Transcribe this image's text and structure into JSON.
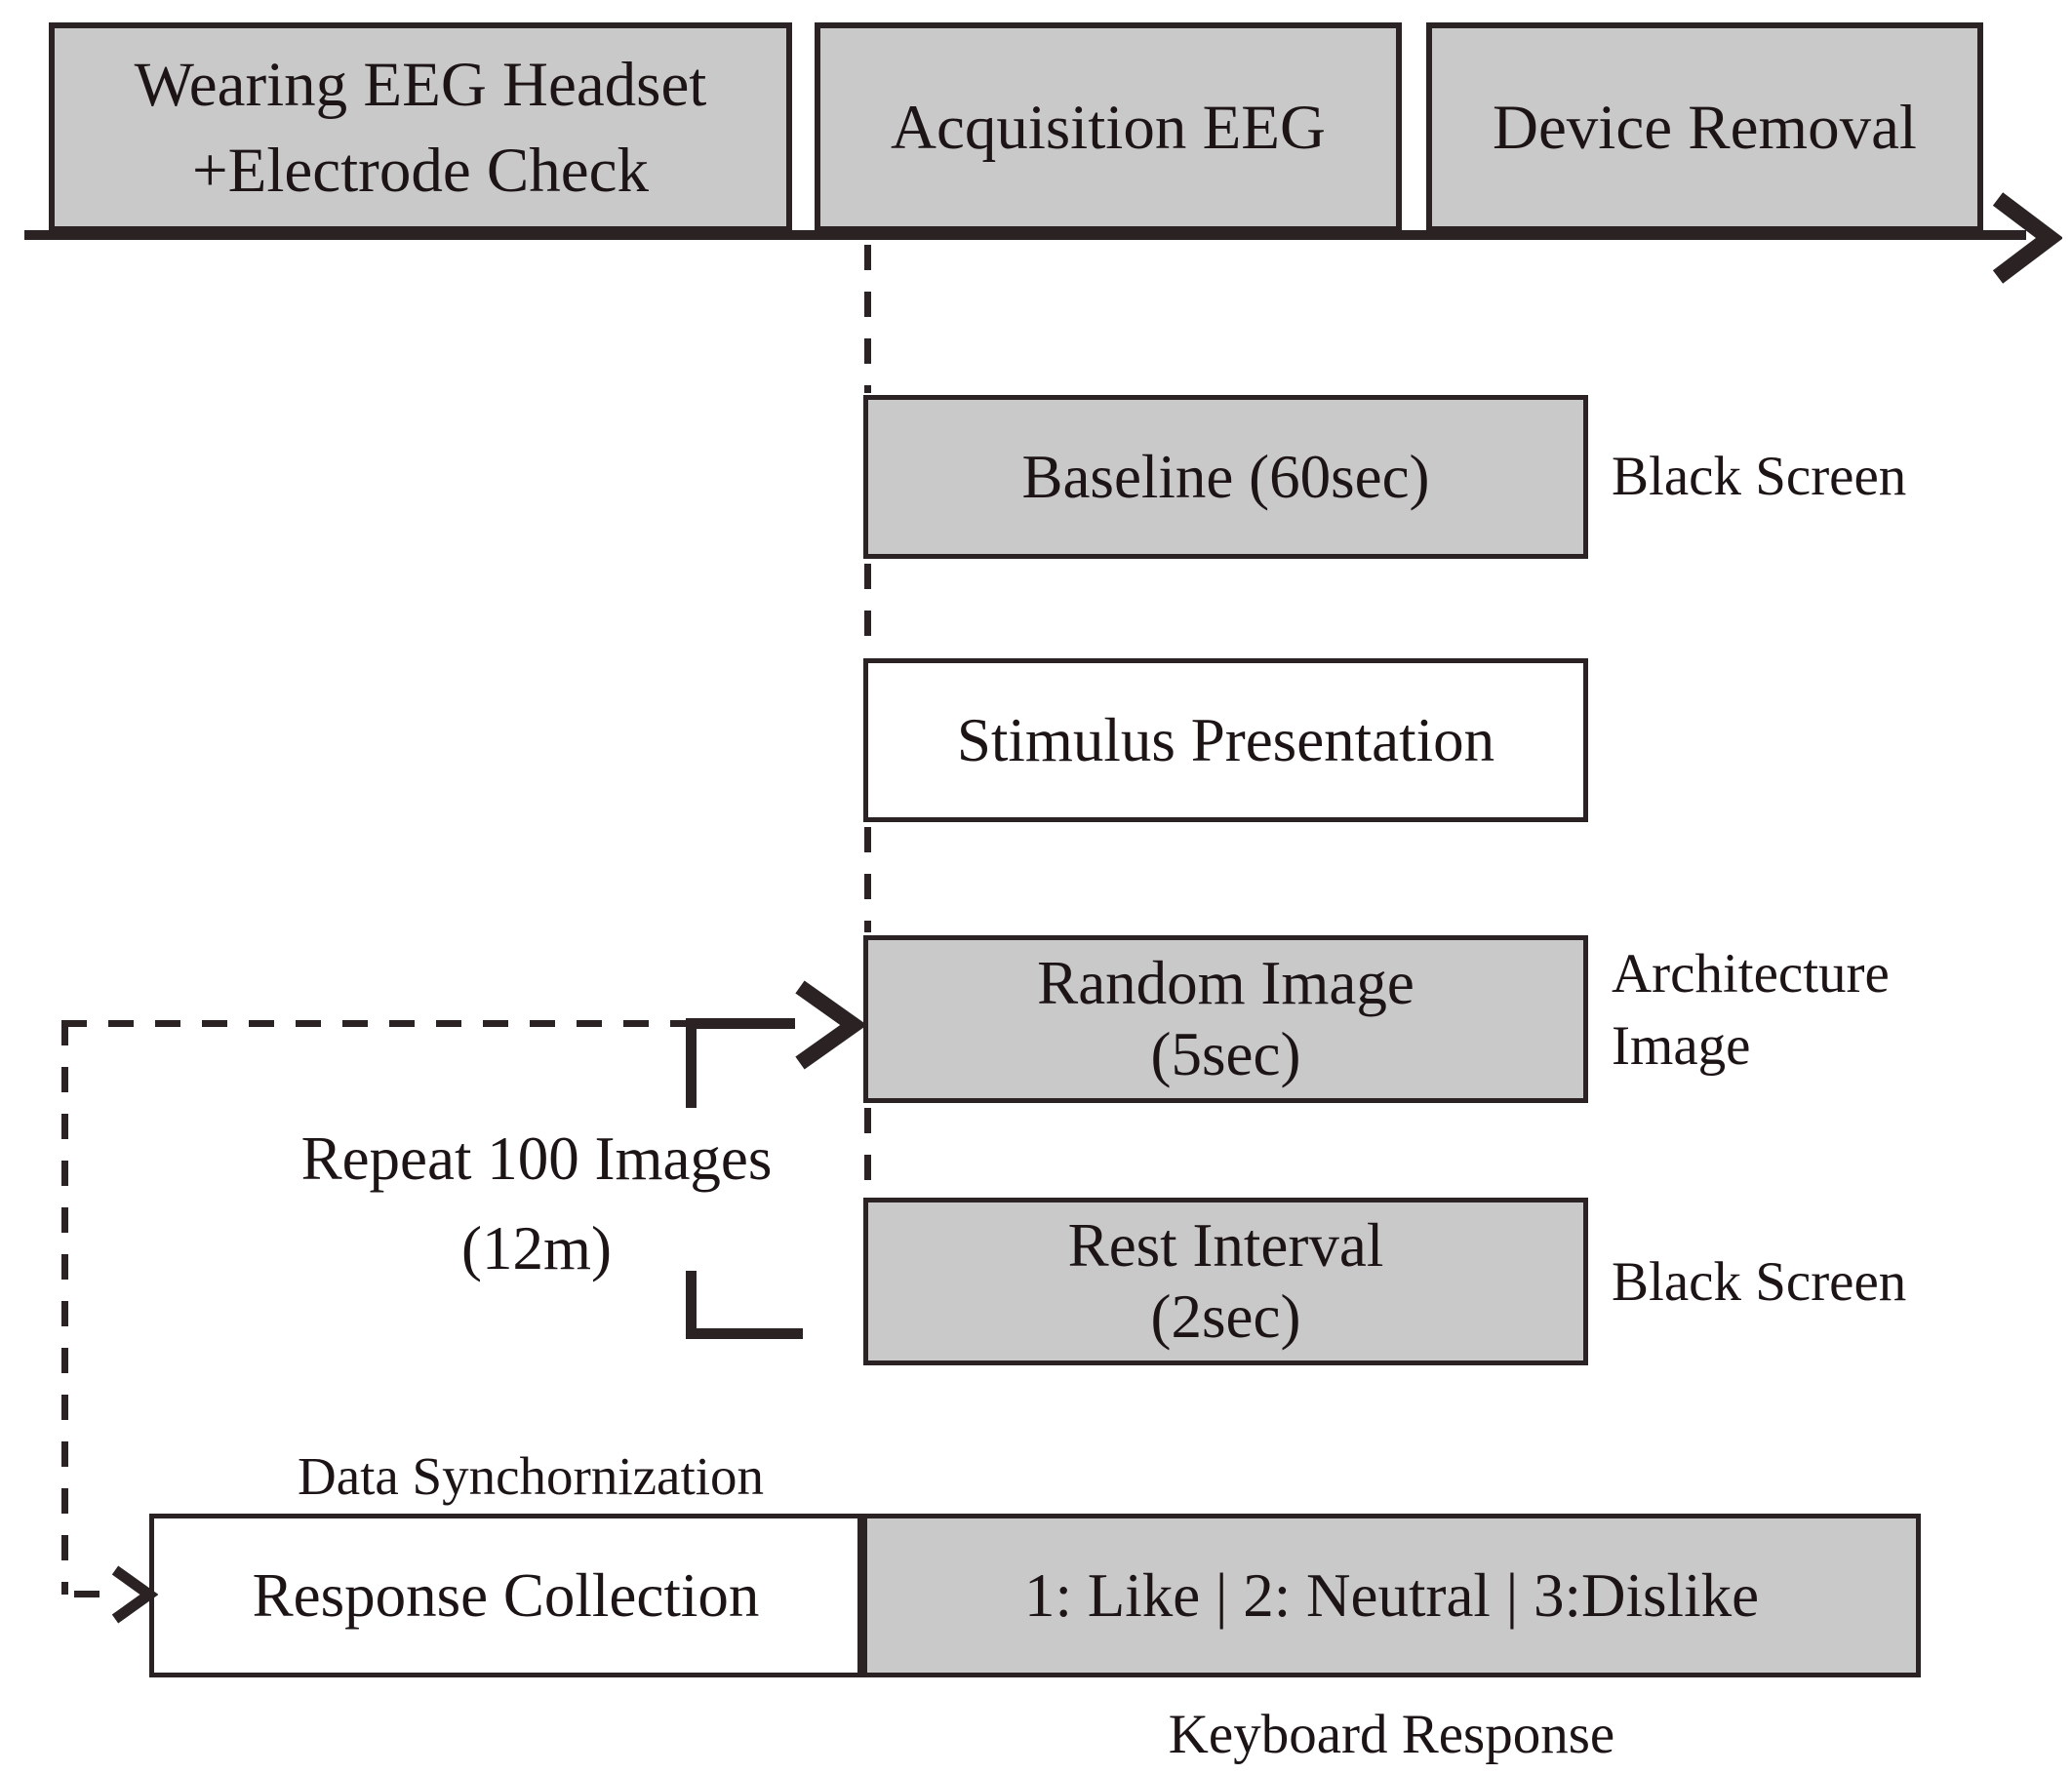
{
  "title": "EEG experiment procedure diagram",
  "colors": {
    "bg": "#ffffff",
    "box_fill": "#c9c9c9",
    "box_border": "#2a2223",
    "line": "#2b2223",
    "text": "#1c1415"
  },
  "timeline_phases": [
    {
      "line1": "Wearing EEG Headset",
      "line2": "+Electrode Check"
    },
    {
      "line1": "Acquisition EEG"
    },
    {
      "line1": "Device Removal"
    }
  ],
  "sequence": [
    {
      "line1": "Baseline (60sec)",
      "line2": "",
      "side1": "Black Screen",
      "side2": ""
    },
    {
      "line1": "Stimulus Presentation",
      "line2": "",
      "side1": "",
      "side2": ""
    },
    {
      "line1": "Random Image",
      "line2": "(5sec)",
      "side1": "Architecture",
      "side2": "Image"
    },
    {
      "line1": "Rest Interval",
      "line2": "(2sec)",
      "side1": "Black Screen",
      "side2": ""
    }
  ],
  "loop": {
    "label_line1": "Repeat 100 Images",
    "label_line2": "(12m)"
  },
  "response": {
    "sync_label": "Data Synchornization",
    "collection_label": "Response Collection",
    "keys_label": "1: Like | 2: Neutral | 3:Dislike",
    "keyboard_label": "Keyboard Response"
  }
}
